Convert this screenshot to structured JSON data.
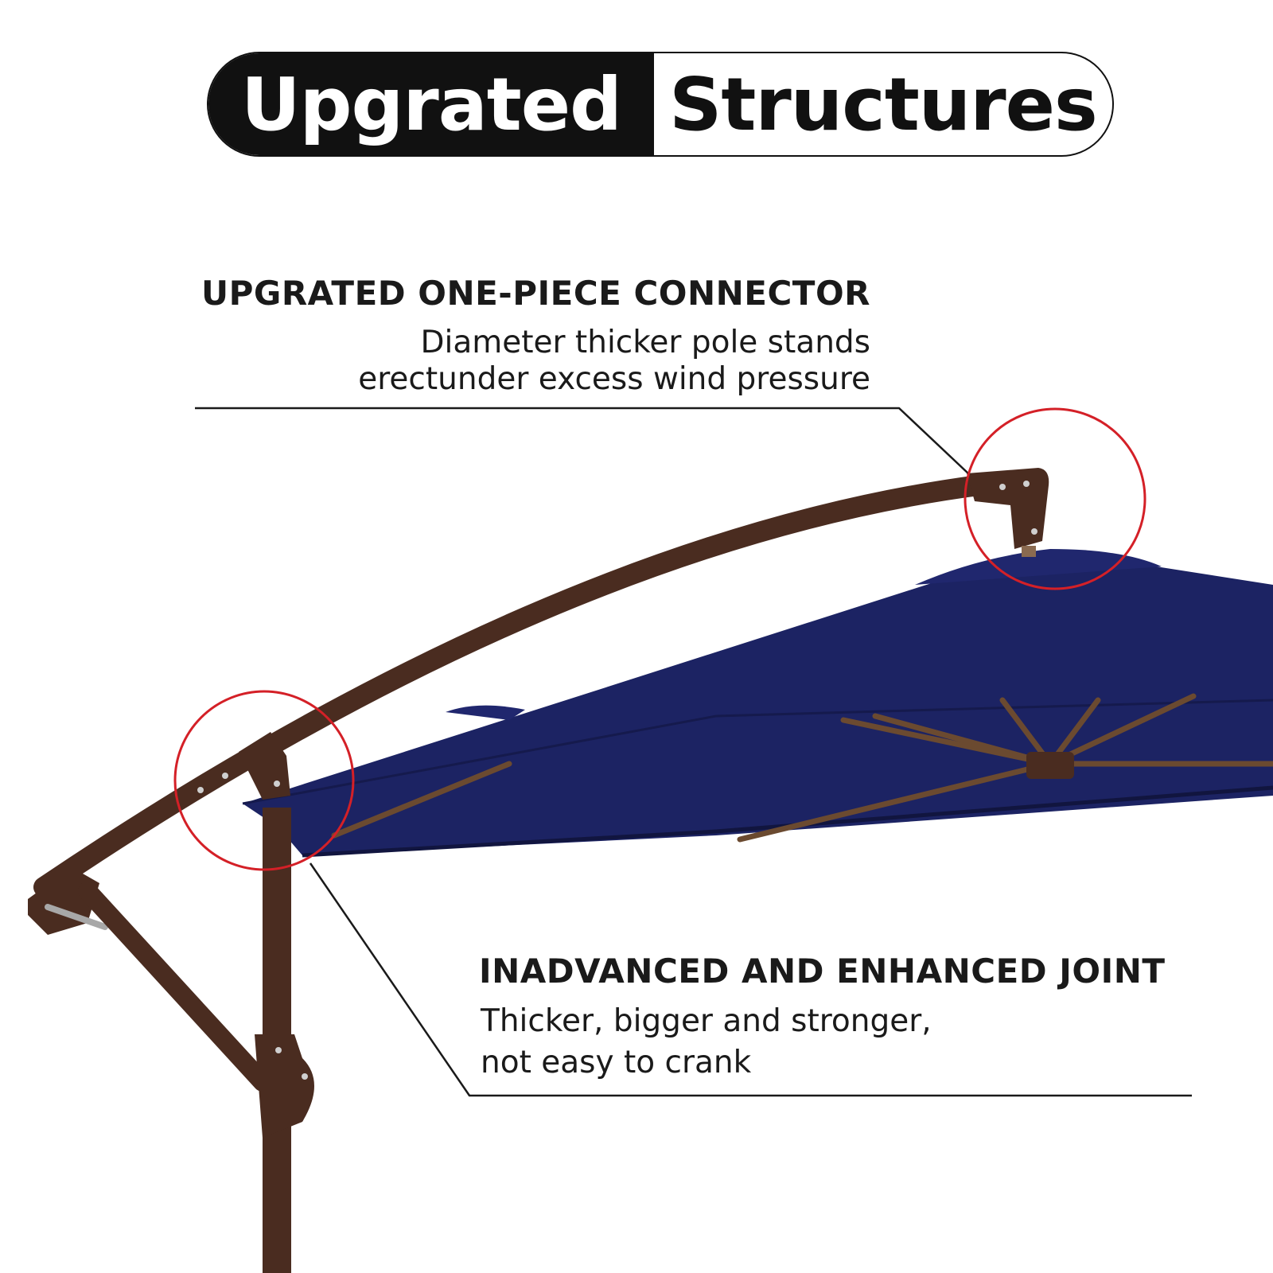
{
  "title": {
    "left_word": "Upgrated",
    "right_word": "Structures",
    "left_bg": "#111111",
    "left_fg": "#ffffff"
  },
  "callouts": [
    {
      "heading": "UPGRATED ONE-PIECE CONNECTOR",
      "lines": [
        "Diameter thicker pole stands",
        "erectunder excess wind pressure"
      ]
    },
    {
      "heading": "INADVANCED AND ENHANCED JOINT",
      "lines": [
        "Thicker, bigger and stronger,",
        "not easy to crank"
      ]
    }
  ],
  "colors": {
    "canopy": "#1c2363",
    "pole": "#4a2c20",
    "highlight_circle": "#d42027",
    "leader_line": "#1a1a1a"
  }
}
